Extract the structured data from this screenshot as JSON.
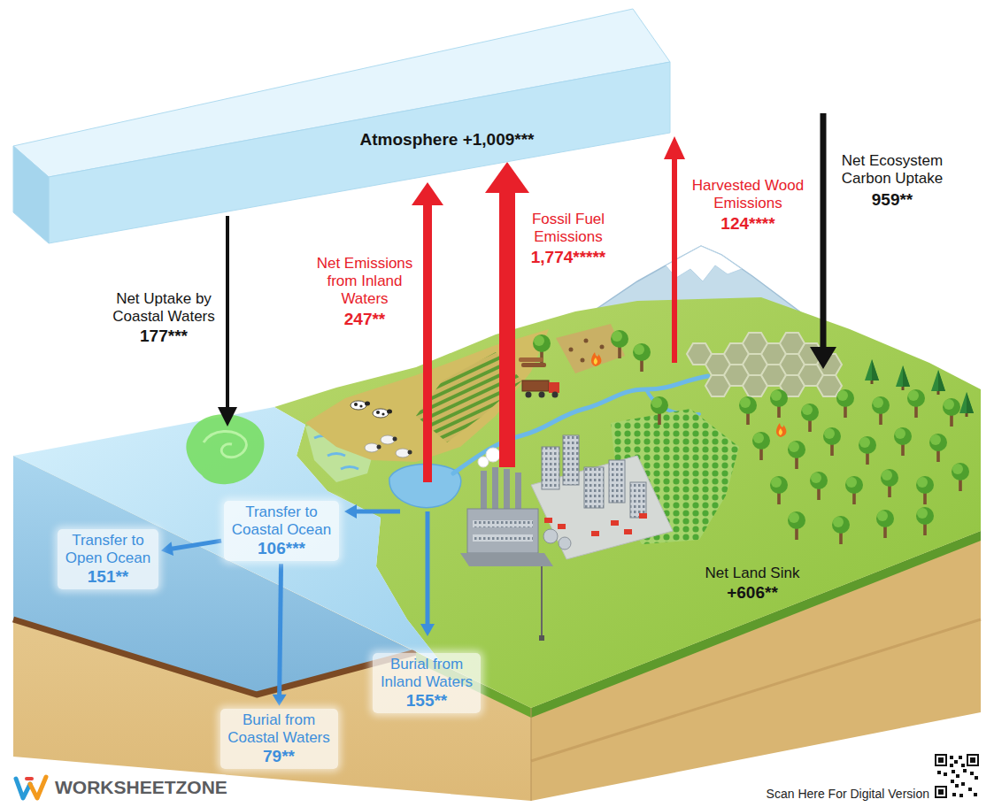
{
  "diagram": {
    "nodes": [
      {
        "text": [
          "Atmosphere +1,009***"
        ]
      },
      {
        "text": [
          "Transfer to Coastal Ocean",
          "106***"
        ]
      },
      {
        "text": [
          "Transfer to Open Ocean",
          "151**"
        ]
      },
      {
        "text": [
          "Burial from Inland Waters",
          "155**"
        ]
      },
      {
        "text": [
          "Burial from Coastal Waters",
          "79**"
        ]
      }
    ],
    "edges": [
      {
        "from": 1,
        "to": 2,
        "arrow": "to"
      },
      {
        "from": 1,
        "to": 4,
        "arrow": "to"
      }
    ],
    "labels": [
      "Net Uptake by Coastal Waters",
      "177***",
      "Net Emissions from Inland Waters",
      "247**",
      "Fossil Fuel Emissions",
      "1,774*****",
      "Harvested Wood Emissions",
      "124****",
      "Net Ecosystem Carbon Uptake",
      "959**",
      "Net Land Sink",
      "+606**",
      "WORKSHEETZONE",
      "Scan Here For Digital Version"
    ]
  }
}
